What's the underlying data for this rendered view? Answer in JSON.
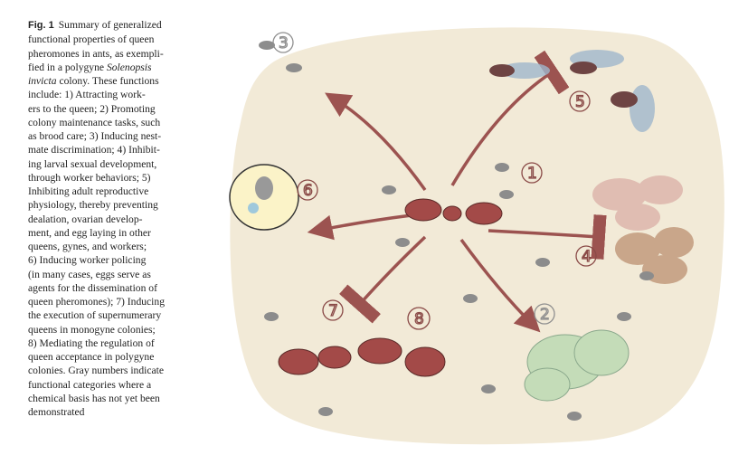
{
  "caption": {
    "label": "Fig. 1",
    "lines": [
      "Summary of generalized",
      "functional properties of queen",
      "pheromones in ants, as exempli-",
      "fied in a polygyne ",
      "colony. These functions",
      "include: 1) Attracting work-",
      "ers to the queen; 2) Promoting",
      "colony maintenance tasks, such",
      "as brood care; 3) Inducing nest-",
      "mate discrimination; 4) Inhibit-",
      "ing larval sexual development,",
      "through worker behaviors; 5)",
      "Inhibiting adult reproductive",
      "physiology, thereby preventing",
      "dealation, ovarian develop-",
      "ment, and egg laying in other",
      "queens, gynes, and workers;",
      "6) Inducing worker policing",
      "(in many cases, eggs serve as",
      "agents for the dissemination of",
      "queen pheromones); 7) Inducing",
      "the execution of supernumerary",
      "queens in monogyne colonies;",
      "8) Mediating the regulation of",
      "queen acceptance in polygyne",
      "colonies. Gray numbers indicate",
      "functional categories where a",
      "chemical basis has not yet been",
      "demonstrated"
    ],
    "italic_genus": "Solenopsis",
    "italic_species": "invicta"
  },
  "figure": {
    "numbers": [
      "1",
      "2",
      "3",
      "4",
      "5",
      "6",
      "7",
      "8"
    ],
    "colors": {
      "background": "#f2ead7",
      "arrow": "#9c5350",
      "queen": "#a34a48",
      "ant": "#8c8c8c",
      "wing": "#9fb6cc",
      "brood": "#c4dcb8",
      "larva": "#d4a79a"
    }
  }
}
